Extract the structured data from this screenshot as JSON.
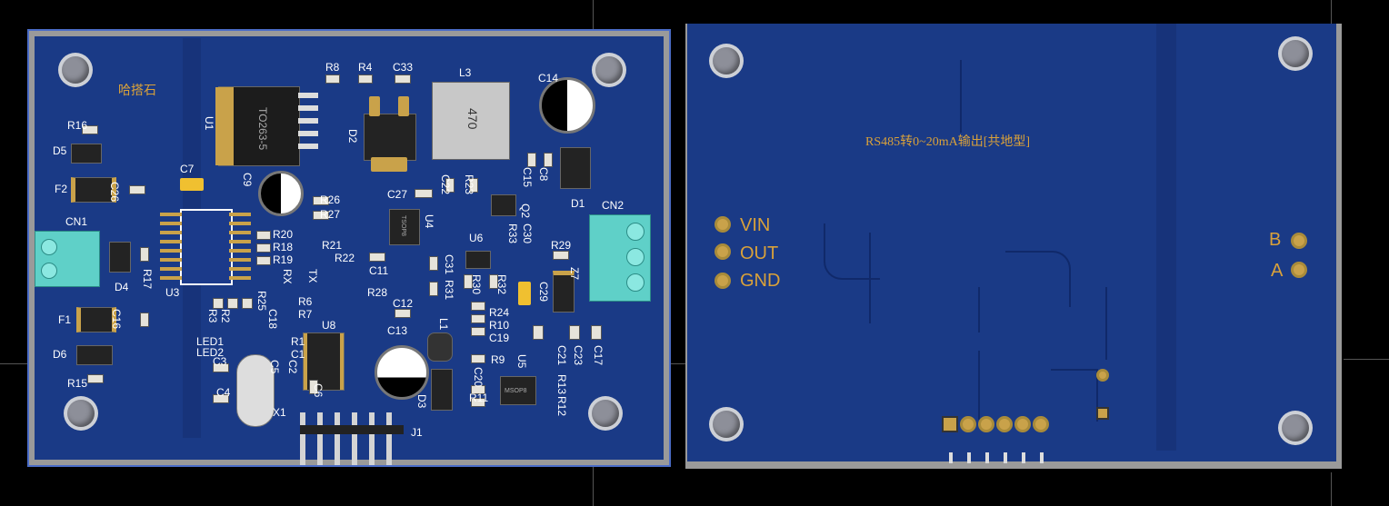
{
  "front": {
    "brand": "哈搭石",
    "chips": {
      "u1": "TO263-5",
      "l3": "470",
      "u4": "TSOP8",
      "u5": "MSOP8"
    },
    "labels": [
      "R8",
      "R4",
      "C33",
      "L3",
      "C14",
      "U1",
      "D2",
      "R16",
      "D5",
      "F2",
      "C26",
      "C7",
      "C9",
      "R26",
      "R27",
      "C27",
      "C22",
      "R23",
      "C15",
      "C8",
      "D1",
      "Q2",
      "CN2",
      "CN1",
      "R20",
      "R18",
      "R19",
      "RX",
      "TX",
      "R21",
      "R22",
      "C11",
      "R28",
      "U4",
      "U6",
      "R33",
      "C30",
      "R29",
      "C31",
      "R31",
      "R30",
      "R32",
      "C29",
      "Z7",
      "U3",
      "D4",
      "R17",
      "R25",
      "R6",
      "R7",
      "C12",
      "R24",
      "R10",
      "C19",
      "R3",
      "R2",
      "C18",
      "F1",
      "C16",
      "LED1",
      "LED2",
      "U8",
      "R1",
      "C1",
      "C13",
      "L1",
      "R9",
      "C20",
      "R11",
      "C21",
      "C23",
      "C17",
      "R13",
      "R12",
      "U5",
      "D6",
      "R15",
      "C3",
      "C5",
      "C2",
      "C6",
      "C4",
      "X1",
      "D3",
      "J1"
    ]
  },
  "back": {
    "title": "RS485转0~20mA输出[共地型]",
    "pins_left": [
      "VIN",
      "OUT",
      "GND"
    ],
    "pins_right": [
      "B",
      "A"
    ]
  },
  "colors": {
    "pcb": "#1a3a86",
    "silk": "#ffffff",
    "gold": "#c9a24a",
    "terminal": "#5fd0c8"
  }
}
